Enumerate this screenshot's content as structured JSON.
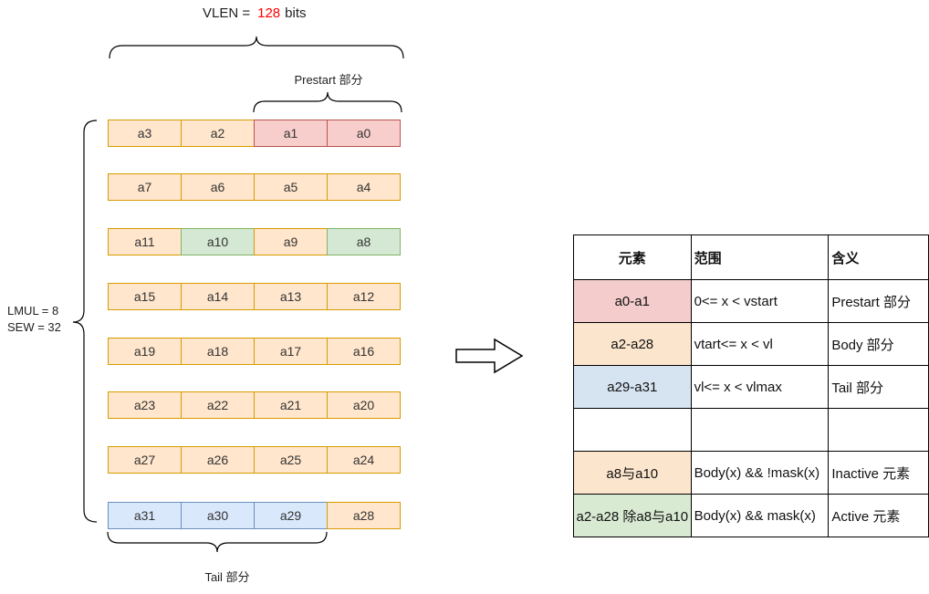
{
  "title": {
    "prefix": "VLEN =",
    "value": "128",
    "suffix": "bits"
  },
  "labels": {
    "prestart": "Prestart 部分",
    "tail": "Tail 部分",
    "lmul": "LMUL = 8",
    "sew": "SEW = 32"
  },
  "colors": {
    "highlight": "#FF0000",
    "orange-fill": "#FFE6CC",
    "orange-stroke": "#D79B00",
    "red-fill": "#F8CECC",
    "red-stroke": "#B85450",
    "green-fill": "#D5E8D4",
    "green-stroke": "#82B366",
    "blue-fill": "#DAE8FC",
    "blue-stroke": "#6C8EBF",
    "table-pink": "#F4CCCC",
    "table-orange": "#FCE5CD",
    "table-blue": "#D6E4F2",
    "table-green": "#D9EAD3"
  },
  "registers": {
    "rows": [
      {
        "cells": [
          {
            "label": "a3",
            "type": "orange"
          },
          {
            "label": "a2",
            "type": "orange"
          },
          {
            "label": "a1",
            "type": "red"
          },
          {
            "label": "a0",
            "type": "red"
          }
        ]
      },
      {
        "cells": [
          {
            "label": "a7",
            "type": "orange"
          },
          {
            "label": "a6",
            "type": "orange"
          },
          {
            "label": "a5",
            "type": "orange"
          },
          {
            "label": "a4",
            "type": "orange"
          }
        ]
      },
      {
        "cells": [
          {
            "label": "a11",
            "type": "orange"
          },
          {
            "label": "a10",
            "type": "green"
          },
          {
            "label": "a9",
            "type": "orange"
          },
          {
            "label": "a8",
            "type": "green"
          }
        ]
      },
      {
        "cells": [
          {
            "label": "a15",
            "type": "orange"
          },
          {
            "label": "a14",
            "type": "orange"
          },
          {
            "label": "a13",
            "type": "orange"
          },
          {
            "label": "a12",
            "type": "orange"
          }
        ]
      },
      {
        "cells": [
          {
            "label": "a19",
            "type": "orange"
          },
          {
            "label": "a18",
            "type": "orange"
          },
          {
            "label": "a17",
            "type": "orange"
          },
          {
            "label": "a16",
            "type": "orange"
          }
        ]
      },
      {
        "cells": [
          {
            "label": "a23",
            "type": "orange"
          },
          {
            "label": "a22",
            "type": "orange"
          },
          {
            "label": "a21",
            "type": "orange"
          },
          {
            "label": "a20",
            "type": "orange"
          }
        ]
      },
      {
        "cells": [
          {
            "label": "a27",
            "type": "orange"
          },
          {
            "label": "a26",
            "type": "orange"
          },
          {
            "label": "a25",
            "type": "orange"
          },
          {
            "label": "a24",
            "type": "orange"
          }
        ]
      },
      {
        "cells": [
          {
            "label": "a31",
            "type": "blue"
          },
          {
            "label": "a30",
            "type": "blue"
          },
          {
            "label": "a29",
            "type": "blue"
          },
          {
            "label": "a28",
            "type": "orange"
          }
        ]
      }
    ]
  },
  "table": {
    "headers": [
      "元素",
      "范围",
      "含义"
    ],
    "rows": [
      {
        "type": "pink",
        "cells": [
          "a0-a1",
          "0<= x < vstart",
          "Prestart 部分"
        ]
      },
      {
        "type": "orange",
        "cells": [
          "a2-a28",
          "vtart<= x < vl",
          "Body 部分"
        ]
      },
      {
        "type": "blue",
        "cells": [
          "a29-a31",
          "vl<= x < vlmax",
          "Tail 部分"
        ]
      },
      {
        "type": "none",
        "cells": [
          "",
          "",
          ""
        ]
      },
      {
        "type": "orange",
        "cells": [
          "a8与a10",
          "Body(x) && !mask(x)",
          "Inactive 元素"
        ]
      },
      {
        "type": "green",
        "cells": [
          "a2-a28 除a8与a10",
          "Body(x) && mask(x)",
          "Active 元素"
        ]
      }
    ]
  }
}
